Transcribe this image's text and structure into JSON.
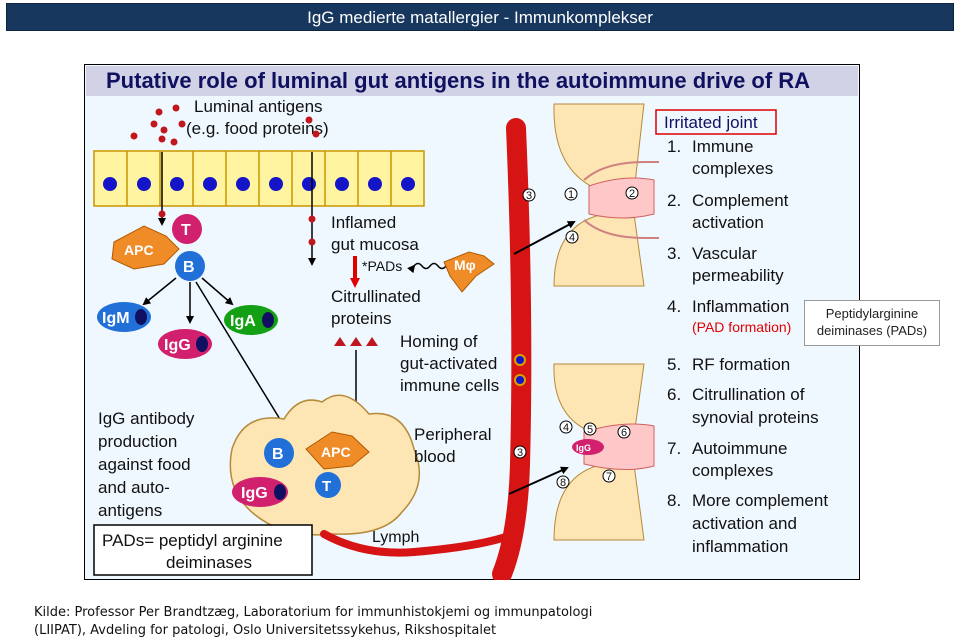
{
  "header": {
    "title": "IgG medierte matallergier - Immunkomplekser"
  },
  "figure": {
    "heading": "Putative role of luminal gut antigens in the autoimmune drive of RA",
    "luminal_line1": "Luminal antigens",
    "luminal_line2": "(e.g. food proteins)",
    "cells": {
      "apc": "APC",
      "t": "T",
      "b": "B",
      "igm": "IgM",
      "igg": "IgG",
      "iga": "IgA",
      "mphi": "Mφ"
    },
    "inflamed_line1": "Inflamed",
    "inflamed_line2": "gut mucosa",
    "pads_label": "*PADs",
    "citrullinated_line1": "Citrullinated",
    "citrullinated_line2": "proteins",
    "homing_line1": "Homing of",
    "homing_line2": "gut-activated",
    "homing_line3": "immune cells",
    "igg_prod": [
      "IgG antibody",
      "production",
      "against food",
      "and auto-",
      "antigens"
    ],
    "peripheral_line1": "Peripheral",
    "peripheral_line2": "blood",
    "lymph": "Lymph",
    "pads_def_line1": "PADs= peptidyl arginine",
    "pads_def_line2": "deiminases",
    "irritated_joint": "Irritated joint",
    "numbers": [
      "1",
      "2",
      "3",
      "4",
      "5",
      "6",
      "7",
      "8"
    ],
    "igg_small": "IgG",
    "steps": [
      {
        "n": "1.",
        "lines": [
          "Immune",
          "complexes"
        ]
      },
      {
        "n": "2.",
        "lines": [
          "Complement",
          "activation"
        ]
      },
      {
        "n": "3.",
        "lines": [
          "Vascular",
          "permeability"
        ]
      },
      {
        "n": "4.",
        "lines": [
          "Inflammation",
          "(PAD formation)"
        ]
      },
      {
        "n": "5.",
        "lines": [
          "RF formation"
        ]
      },
      {
        "n": "6.",
        "lines": [
          "Citrullination of",
          "synovial proteins"
        ]
      },
      {
        "n": "7.",
        "lines": [
          "Autoimmune",
          "complexes"
        ]
      },
      {
        "n": "8.",
        "lines": [
          "More complement",
          "activation and",
          "inflammation"
        ]
      }
    ]
  },
  "note": {
    "line1": "Peptidylarginine",
    "line2": "deiminases (PADs)"
  },
  "source": {
    "line1": "Kilde: Professor Per Brandtzæg, Laboratorium for immunhistokjemi og immunpatologi",
    "line2": "(LIIPAT), Avdeling for patologi, Oslo Universitetssykehus, Rikshospitalet"
  },
  "colors": {
    "title_bg": "#17375e",
    "figure_bg": "#f0f8ff",
    "heading_bg": "#d2d2e6",
    "epithelium": "#fff4a0",
    "vessel": "#d61414",
    "nucleus": "#1414c8"
  }
}
